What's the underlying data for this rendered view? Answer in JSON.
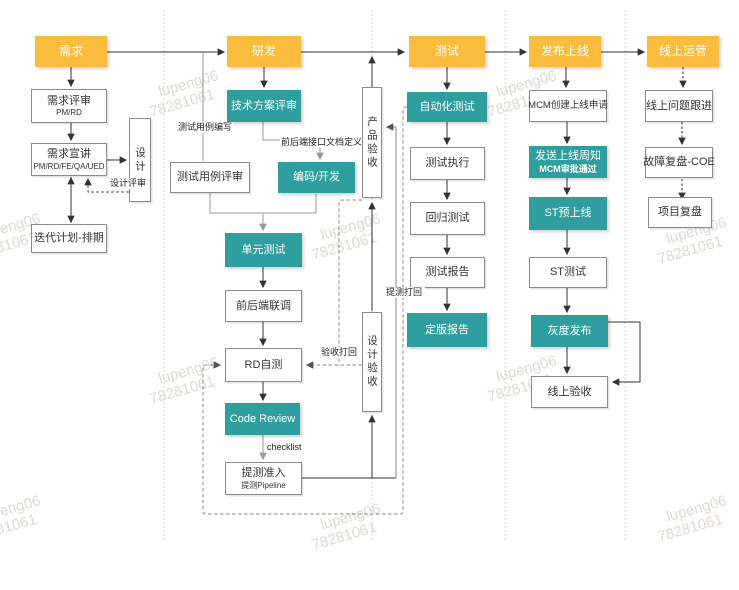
{
  "watermark": {
    "line1": "lupeng06",
    "line2": "78281061"
  },
  "colors": {
    "header_bg": "#F9BC3D",
    "process_bg": "#2F9E9E",
    "box_border": "#8C8C8C",
    "watermark_color": "#DFDAD4"
  },
  "headers": {
    "requirements": "需求",
    "development": "研发",
    "testing": "测试",
    "release": "发布上线",
    "operation": "线上运营"
  },
  "nodes": {
    "req_review": {
      "label": "需求评审",
      "sub": "PM/RD"
    },
    "req_present": {
      "label": "需求宣讲",
      "sub": "PM/RD/FE/QA/UED"
    },
    "design": {
      "label": "设计"
    },
    "iteration": {
      "label": "迭代计划-排期"
    },
    "tech_review": {
      "label": "技术方案评审"
    },
    "case_review": {
      "label": "测试用例评审"
    },
    "coding": {
      "label": "编码/开发"
    },
    "unit_test": {
      "label": "单元测试"
    },
    "joint_debug": {
      "label": "前后端联调"
    },
    "rd_selftest": {
      "label": "RD自测"
    },
    "code_review": {
      "label": "Code Review"
    },
    "test_entry": {
      "label": "提测准入",
      "sub": "提测Pipeline"
    },
    "product_accept": {
      "label": "产品验收"
    },
    "design_accept": {
      "label": "设计验收"
    },
    "auto_test": {
      "label": "自动化测试"
    },
    "test_exec": {
      "label": "测试执行"
    },
    "regression": {
      "label": "回归测试"
    },
    "test_report": {
      "label": "测试报告"
    },
    "final_report": {
      "label": "定版报告"
    },
    "mcm_apply": {
      "label": "MCM创建上线申请"
    },
    "online_notice": {
      "label": "发送上线周知",
      "sub": "MCM审批通过"
    },
    "st_preonline": {
      "label": "ST预上线"
    },
    "st_test": {
      "label": "ST测试"
    },
    "gray_release": {
      "label": "灰度发布"
    },
    "online_accept": {
      "label": "线上验收"
    },
    "issue_track": {
      "label": "线上问题跟进"
    },
    "coe_review": {
      "label": "故障复盘-COE"
    },
    "project_review": {
      "label": "项目复盘"
    }
  },
  "edge_labels": {
    "case_writing": "测试用例编写",
    "api_doc": "前后端接口文档定义",
    "design_review": "设计评审",
    "checklist": "checklist",
    "accept_reject": "验收打回",
    "test_reject": "提测打回"
  }
}
